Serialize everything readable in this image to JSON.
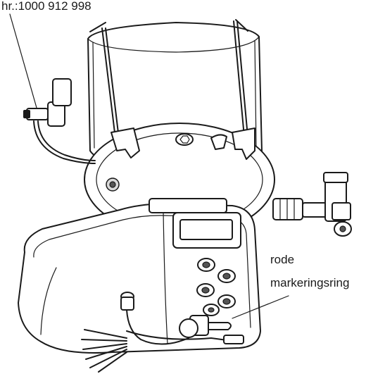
{
  "labels": {
    "part_number": "hr.:1000 912 998",
    "rode": "rode",
    "markeringsring": "markeringsring"
  }
}
